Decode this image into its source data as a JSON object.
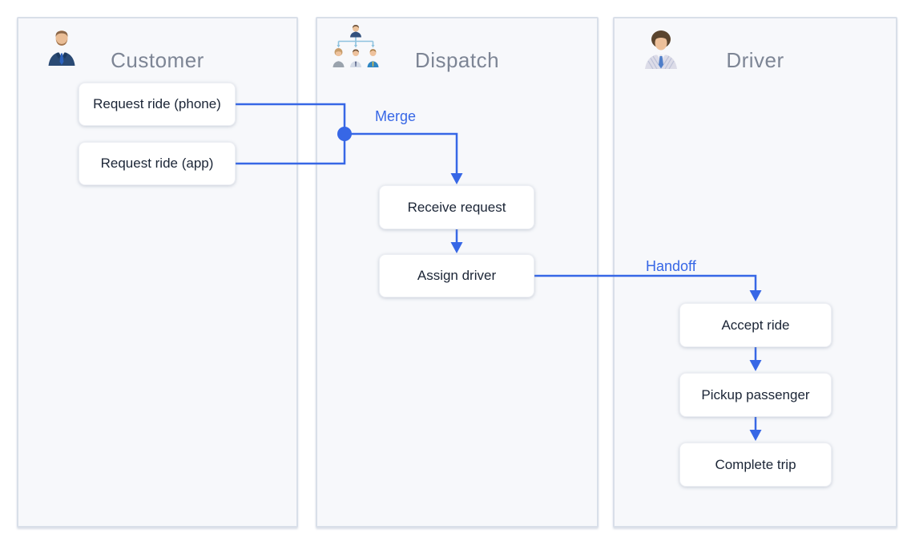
{
  "accent_color": "#3767e6",
  "lane_title_color": "#7d8595",
  "node_text_color": "#1b2536",
  "lanes": [
    {
      "title": "Customer",
      "icon": "customer-avatar-icon"
    },
    {
      "title": "Dispatch",
      "icon": "dispatch-team-icon"
    },
    {
      "title": "Driver",
      "icon": "driver-avatar-icon"
    }
  ],
  "nodes": [
    {
      "label": "Request ride (phone)",
      "lane": "Customer"
    },
    {
      "label": "Request ride (app)",
      "lane": "Customer"
    },
    {
      "label": "Receive request",
      "lane": "Dispatch"
    },
    {
      "label": "Assign driver",
      "lane": "Dispatch"
    },
    {
      "label": "Accept ride",
      "lane": "Driver"
    },
    {
      "label": "Pickup passenger",
      "lane": "Driver"
    },
    {
      "label": "Complete trip",
      "lane": "Driver"
    }
  ],
  "edge_labels": {
    "merge": "Merge",
    "handoff": "Handoff"
  },
  "edges": [
    {
      "from": "Request ride (phone)",
      "to": "merge-junction"
    },
    {
      "from": "Request ride (app)",
      "to": "merge-junction"
    },
    {
      "from": "merge-junction",
      "to": "Receive request",
      "label": "Merge"
    },
    {
      "from": "Receive request",
      "to": "Assign driver"
    },
    {
      "from": "Assign driver",
      "to": "Accept ride",
      "label": "Handoff"
    },
    {
      "from": "Accept ride",
      "to": "Pickup passenger"
    },
    {
      "from": "Pickup passenger",
      "to": "Complete trip"
    }
  ]
}
